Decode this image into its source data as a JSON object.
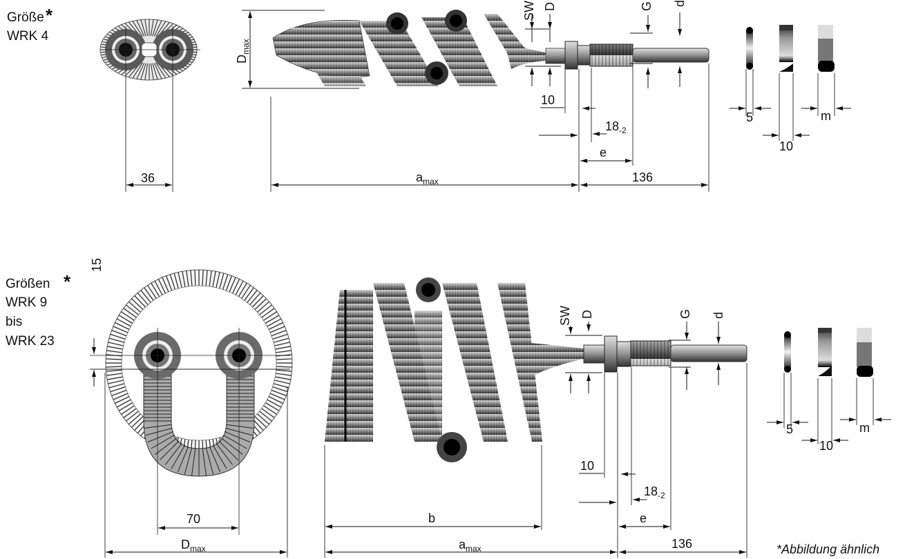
{
  "top": {
    "title": "Größe",
    "star": "*",
    "model": "WRK 4",
    "dims": {
      "d36": "36",
      "dmax": "D",
      "dmax_sub": "max",
      "amax": "a",
      "amax_sub": "max",
      "l136": "136",
      "l10": "10",
      "l18": "18",
      "l18_sub": "-2",
      "e": "e",
      "sw": "SW",
      "D": "D",
      "G": "G",
      "d": "d"
    },
    "seal": {
      "s5": "5",
      "s10": "10",
      "m": "m"
    }
  },
  "bottom": {
    "title": "Größen",
    "star": "*",
    "model_line1": "WRK 9",
    "model_line2": "bis",
    "model_line3": "WRK 23",
    "dims": {
      "d15": "15",
      "d70": "70",
      "dmax": "D",
      "dmax_sub": "max",
      "b": "b",
      "amax": "a",
      "amax_sub": "max",
      "l136": "136",
      "l10": "10",
      "l18": "18",
      "l18_sub": "-2",
      "e": "e",
      "sw": "SW",
      "D": "D",
      "G": "G",
      "d": "d"
    },
    "seal": {
      "s5": "5",
      "s10": "10",
      "m": "m"
    }
  },
  "footnote": "*Abbildung ähnlich"
}
